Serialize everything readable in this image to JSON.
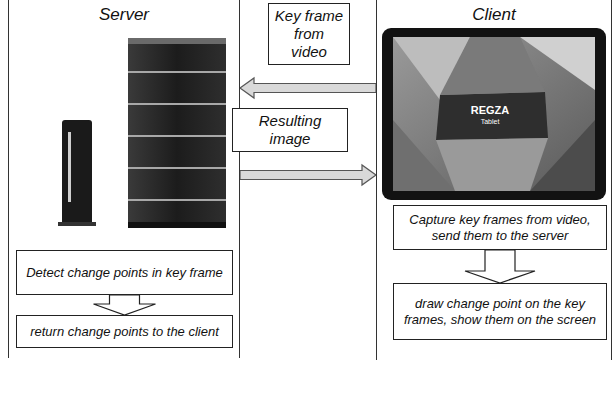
{
  "diagram": {
    "nodes": [
      {
        "text": [
          "Server"
        ]
      },
      {
        "text": [
          "Detect change points in key frame"
        ],
        "in": 0
      },
      {
        "text": [
          "return change points to the client"
        ],
        "in": 0
      },
      {
        "text": [
          "Client"
        ]
      },
      {
        "text": [
          "Capture key frames from video, send them to the server"
        ],
        "in": 3
      },
      {
        "text": [
          "draw change point on the key frames, show them on the screen"
        ],
        "in": 3
      }
    ],
    "edges": [
      {
        "from": 3,
        "to": 0,
        "label": "Key frame from video",
        "arrow": "to"
      },
      {
        "from": 0,
        "to": 3,
        "label": "Resulting image",
        "arrow": "to"
      },
      {
        "from": 1,
        "to": 2,
        "arrow": "to"
      },
      {
        "from": 4,
        "to": 5,
        "arrow": "to"
      }
    ],
    "labels": [
      "REGZA",
      "Tablet"
    ]
  }
}
